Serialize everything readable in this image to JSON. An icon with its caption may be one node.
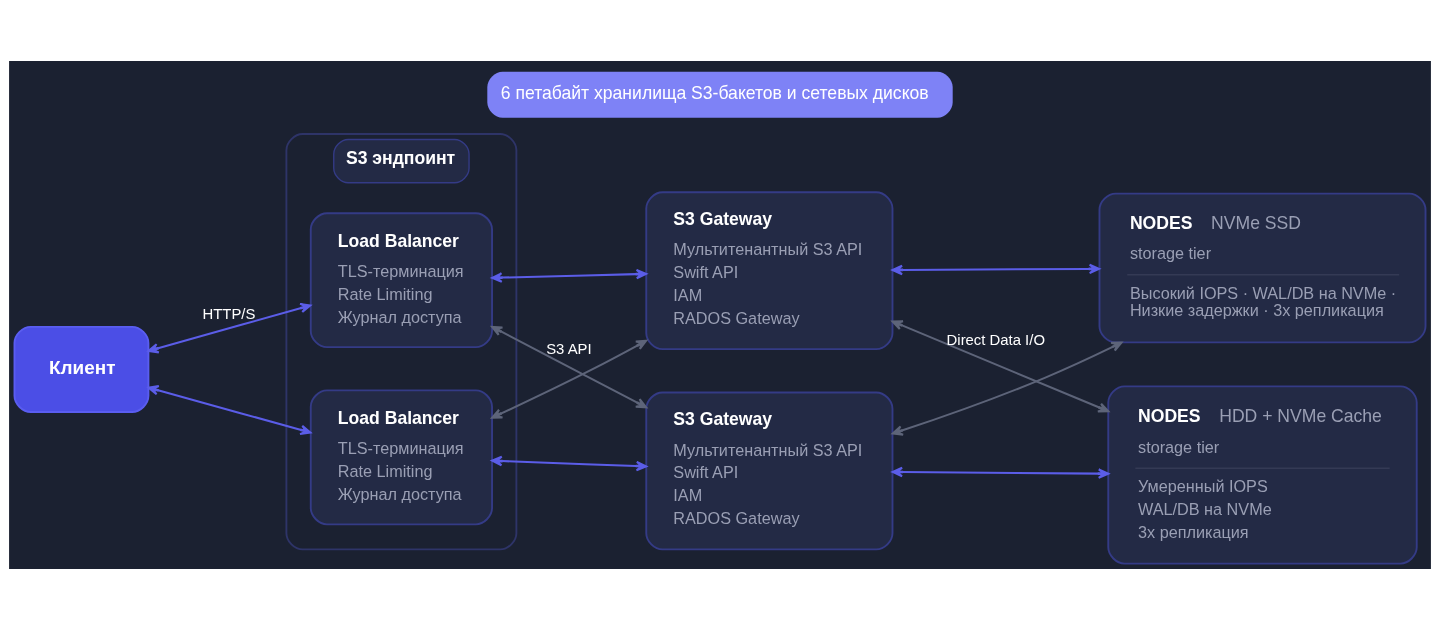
{
  "diagram": {
    "title": "6 петабайт хранилища S3-бакетов и сетевых дисков",
    "nodes": [
      {
        "text": [
          "Клиент"
        ]
      },
      {
        "text": [
          "S3 эндпоинт"
        ]
      },
      {
        "text": [
          "Load Balancer",
          "TLS-терминация",
          "Rate Limiting",
          "Журнал доступа"
        ],
        "in": 1
      },
      {
        "text": [
          "Load Balancer",
          "TLS-терминация",
          "Rate Limiting",
          "Журнал доступа"
        ],
        "in": 1
      },
      {
        "text": [
          "S3 Gateway",
          "Мультитенантный S3 API",
          "Swift API",
          "IAM",
          "RADOS Gateway"
        ]
      },
      {
        "text": [
          "S3 Gateway",
          "Мультитенантный S3 API",
          "Swift API",
          "IAM",
          "RADOS Gateway"
        ]
      },
      {
        "text": [
          "NODES",
          "NVMe SSD",
          "storage tier",
          "Высокий IOPS · WAL/DB на NVMe · Низкие задержки · 3x репликация"
        ]
      },
      {
        "text": [
          "NODES",
          "HDD + NVMe Cache",
          "storage tier",
          "Умеренный IOPS",
          "WAL/DB на NVMe",
          "3x репликация"
        ]
      }
    ],
    "edges": [
      {
        "from": 0,
        "to": 2,
        "arrow": "both",
        "label": "HTTP/S"
      },
      {
        "from": 0,
        "to": 3,
        "arrow": "both"
      },
      {
        "from": 2,
        "to": 4,
        "arrow": "both"
      },
      {
        "from": 2,
        "to": 5,
        "arrow": "both",
        "color": "#5d6479",
        "label": "S3 API"
      },
      {
        "from": 3,
        "to": 4,
        "arrow": "both",
        "color": "#5d6479"
      },
      {
        "from": 3,
        "to": 5,
        "arrow": "both"
      },
      {
        "from": 4,
        "to": 6,
        "arrow": "both"
      },
      {
        "from": 4,
        "to": 7,
        "arrow": "both",
        "color": "#5d6479",
        "label": "Direct Data I/O"
      },
      {
        "from": 5,
        "to": 6,
        "arrow": "both",
        "color": "#5d6479"
      },
      {
        "from": 5,
        "to": 7,
        "arrow": "both"
      }
    ]
  }
}
